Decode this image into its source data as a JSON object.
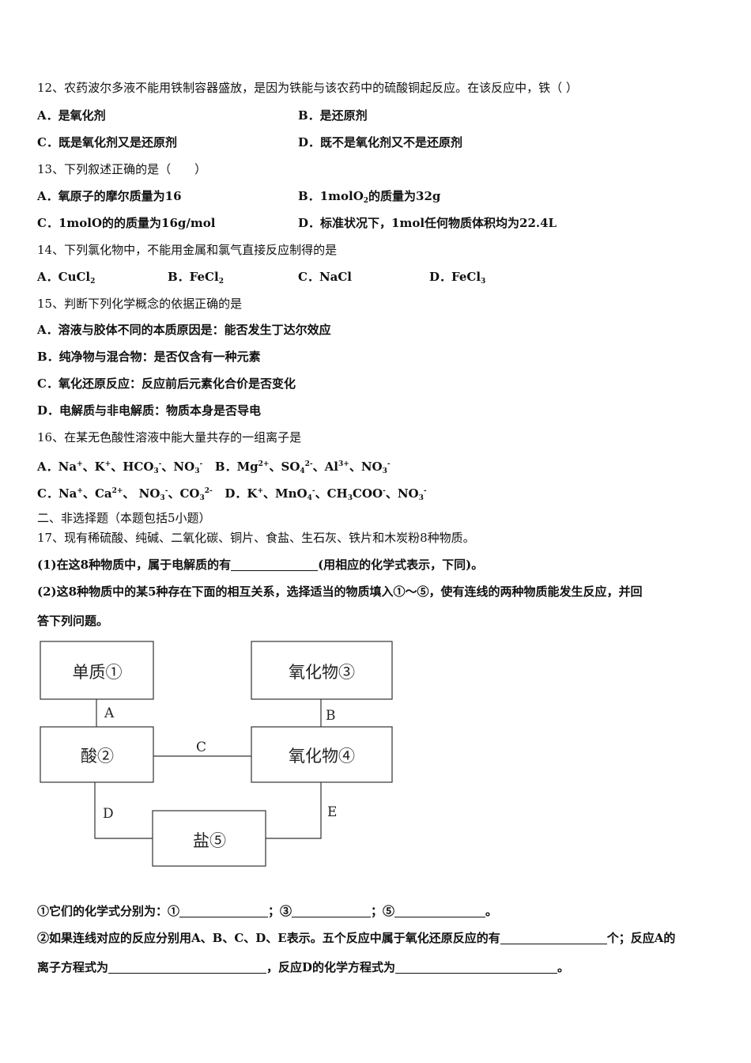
{
  "q12": {
    "stem": "12、农药波尔多液不能用铁制容器盛放，是因为铁能与该农药中的硫酸铜起反应。在该反应中，铁（ ）",
    "a": "A．是氧化剂",
    "b": "B．是还原剂",
    "c": "C．既是氧化剂又是还原剂",
    "d": "D．既不是氧化剂又不是还原剂"
  },
  "q13": {
    "stem": "13、下列叙述正确的是（　　）",
    "a": "A．氧原子的摩尔质量为16",
    "b_pre": "B．1molO",
    "b_sub": "2",
    "b_post": "的质量为32g",
    "c": "C．1molO的的质量为16g/mol",
    "d": "D．标准状况下，1mol任何物质体积均为22.4L"
  },
  "q14": {
    "stem": "14、下列氯化物中，不能用金属和氯气直接反应制得的是",
    "a": "A．CuCl",
    "a_sub": "2",
    "b": "B．FeCl",
    "b_sub": "2",
    "c": "C．NaCl",
    "d": "D．FeCl",
    "d_sub": "3"
  },
  "q15": {
    "stem": "15、判断下列化学概念的依据正确的是",
    "a": "A．溶液与胶体不同的本质原因是：能否发生丁达尔效应",
    "b": "B．纯净物与混合物：是否仅含有一种元素",
    "c": "C．氧化还原反应：反应前后元素化合价是否变化",
    "d": "D．电解质与非电解质：物质本身是否导电"
  },
  "q16": {
    "stem": "16、在某无色酸性溶液中能大量共存的一组离子是",
    "a_label": "A．",
    "b_label": "B．",
    "c_label": "C．",
    "d_label": "D．"
  },
  "section2": "二、非选择题（本题包括5小题）",
  "q17": {
    "stem": "17、现有稀硫酸、纯碱、二氧化碳、铜片、食盐、生石灰、铁片和木炭粉8种物质。",
    "p1_pre": "(1)在这8种物质中，属于电解质的有",
    "p1_post": "(用相应的化学式表示，下同)。",
    "p2_line1": "(2)这8种物质中的某5种存在下面的相互关系，选择适当的物质填入①～⑤，使有连线的两种物质能发生反应，并回",
    "p2_line2": "答下列问题。",
    "s1_pre": "①它们的化学式分别为：①",
    "s1_mid1": "；③",
    "s1_mid2": "；⑤",
    "s1_end": "。",
    "s2_pre": "②如果连线对应的反应分别用A、B、C、D、E表示。五个反应中属于氧化还原反应的有",
    "s2_mid": "个；反应A的",
    "s3_pre": "离子方程式为",
    "s3_mid": "，反应D的化学方程式为",
    "s3_end": "。"
  },
  "diagram": {
    "box1": "单质①",
    "box2": "酸②",
    "box3": "氧化物③",
    "box4": "氧化物④",
    "box5": "盐⑤",
    "label_a": "A",
    "label_b": "B",
    "label_c": "C",
    "label_d": "D",
    "label_e": "E"
  }
}
